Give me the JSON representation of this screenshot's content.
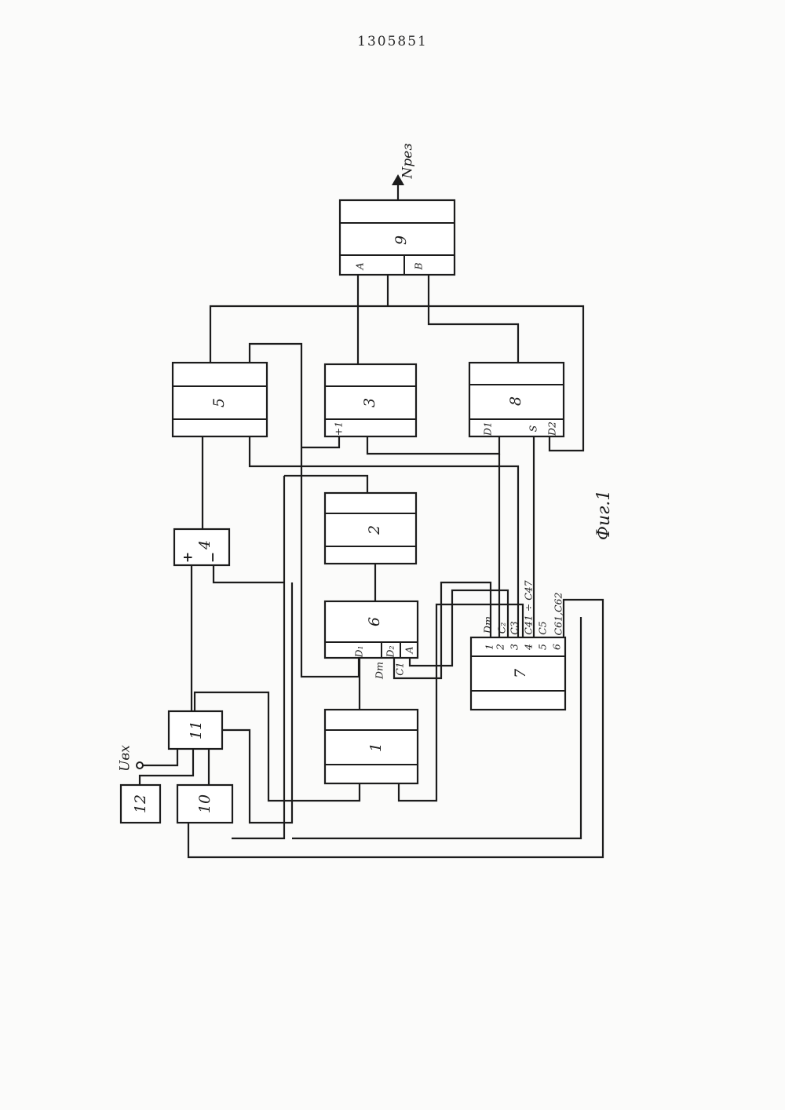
{
  "document": {
    "patent_number": "1305851",
    "figure_caption": "Фиг.1"
  },
  "blocks": [
    {
      "id": "1",
      "label": "1"
    },
    {
      "id": "2",
      "label": "2"
    },
    {
      "id": "3",
      "label": "3",
      "pins": [
        "+1"
      ]
    },
    {
      "id": "4",
      "label": "4",
      "pins": [
        "+",
        "−"
      ]
    },
    {
      "id": "5",
      "label": "5"
    },
    {
      "id": "6",
      "label": "6",
      "pins": [
        "D₁",
        "D₂",
        "A",
        "Dm",
        "C1"
      ]
    },
    {
      "id": "7",
      "label": "7",
      "pins": [
        "1",
        "2",
        "3",
        "4",
        "5",
        "6"
      ]
    },
    {
      "id": "8",
      "label": "8",
      "pins": [
        "D1",
        "S",
        "D2"
      ]
    },
    {
      "id": "9",
      "label": "9",
      "pins": [
        "A",
        "B"
      ]
    },
    {
      "id": "10",
      "label": "10"
    },
    {
      "id": "11",
      "label": "11"
    },
    {
      "id": "12",
      "label": "12"
    }
  ],
  "signal_labels": {
    "input": "Uвх",
    "output": "Nрез",
    "bus_dm": "Dm",
    "bus_c2": "C₂",
    "bus_c3": "C3",
    "bus_c4_c47": "C41 ÷ C47",
    "bus_c5": "C5",
    "bus_c61_c62": "C61,C62"
  },
  "colors": {
    "ink": "#1c1c1c",
    "paper": "#fbfbfa"
  }
}
